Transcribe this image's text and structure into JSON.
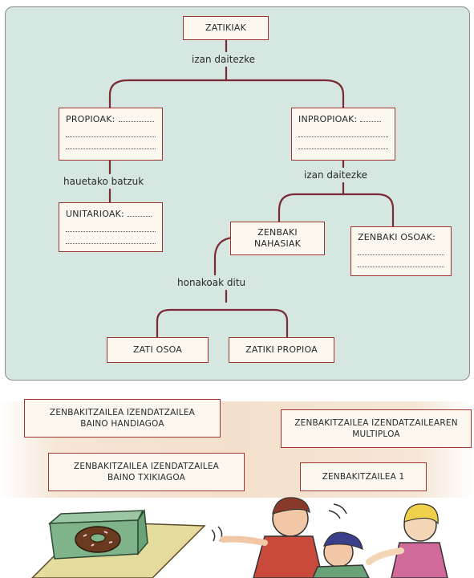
{
  "diagram": {
    "root": "ZATIKIAK",
    "root_connector": "izan daitezke",
    "left": {
      "label": "PROPIOAK:",
      "connector": "hauetako batzuk",
      "child": {
        "label": "UNITARIOAK:"
      }
    },
    "right": {
      "label": "INPROPIOAK:",
      "connector": "izan daitezke",
      "mixed": {
        "line1": "ZENBAKI",
        "line2": "NAHASIAK",
        "connector": "honakoak ditu",
        "parts": [
          "ZATI OSOA",
          "ZATIKI PROPIOA"
        ]
      },
      "whole": {
        "label": "ZENBAKI OSOAK:"
      }
    }
  },
  "cards": [
    {
      "line1": "ZENBAKITZAILEA IZENDATZAILEA",
      "line2": "BAINO HANDIAGOA"
    },
    {
      "line1": "ZENBAKITZAILEA IZENDATZAILEAREN",
      "line2": "MULTIPLOA"
    },
    {
      "line1": "ZENBAKITZAILEA IZENDATZAILEA",
      "line2": "BAINO TXIKIAGOA"
    },
    {
      "line1": "ZENBAKITZAILEA 1",
      "line2": ""
    }
  ],
  "colors": {
    "panel": "#d6e6e0",
    "box_border": "#a2342f",
    "box_fill": "#fcf7ef",
    "line": "#7a2b35",
    "band": "#f3e0cc"
  }
}
